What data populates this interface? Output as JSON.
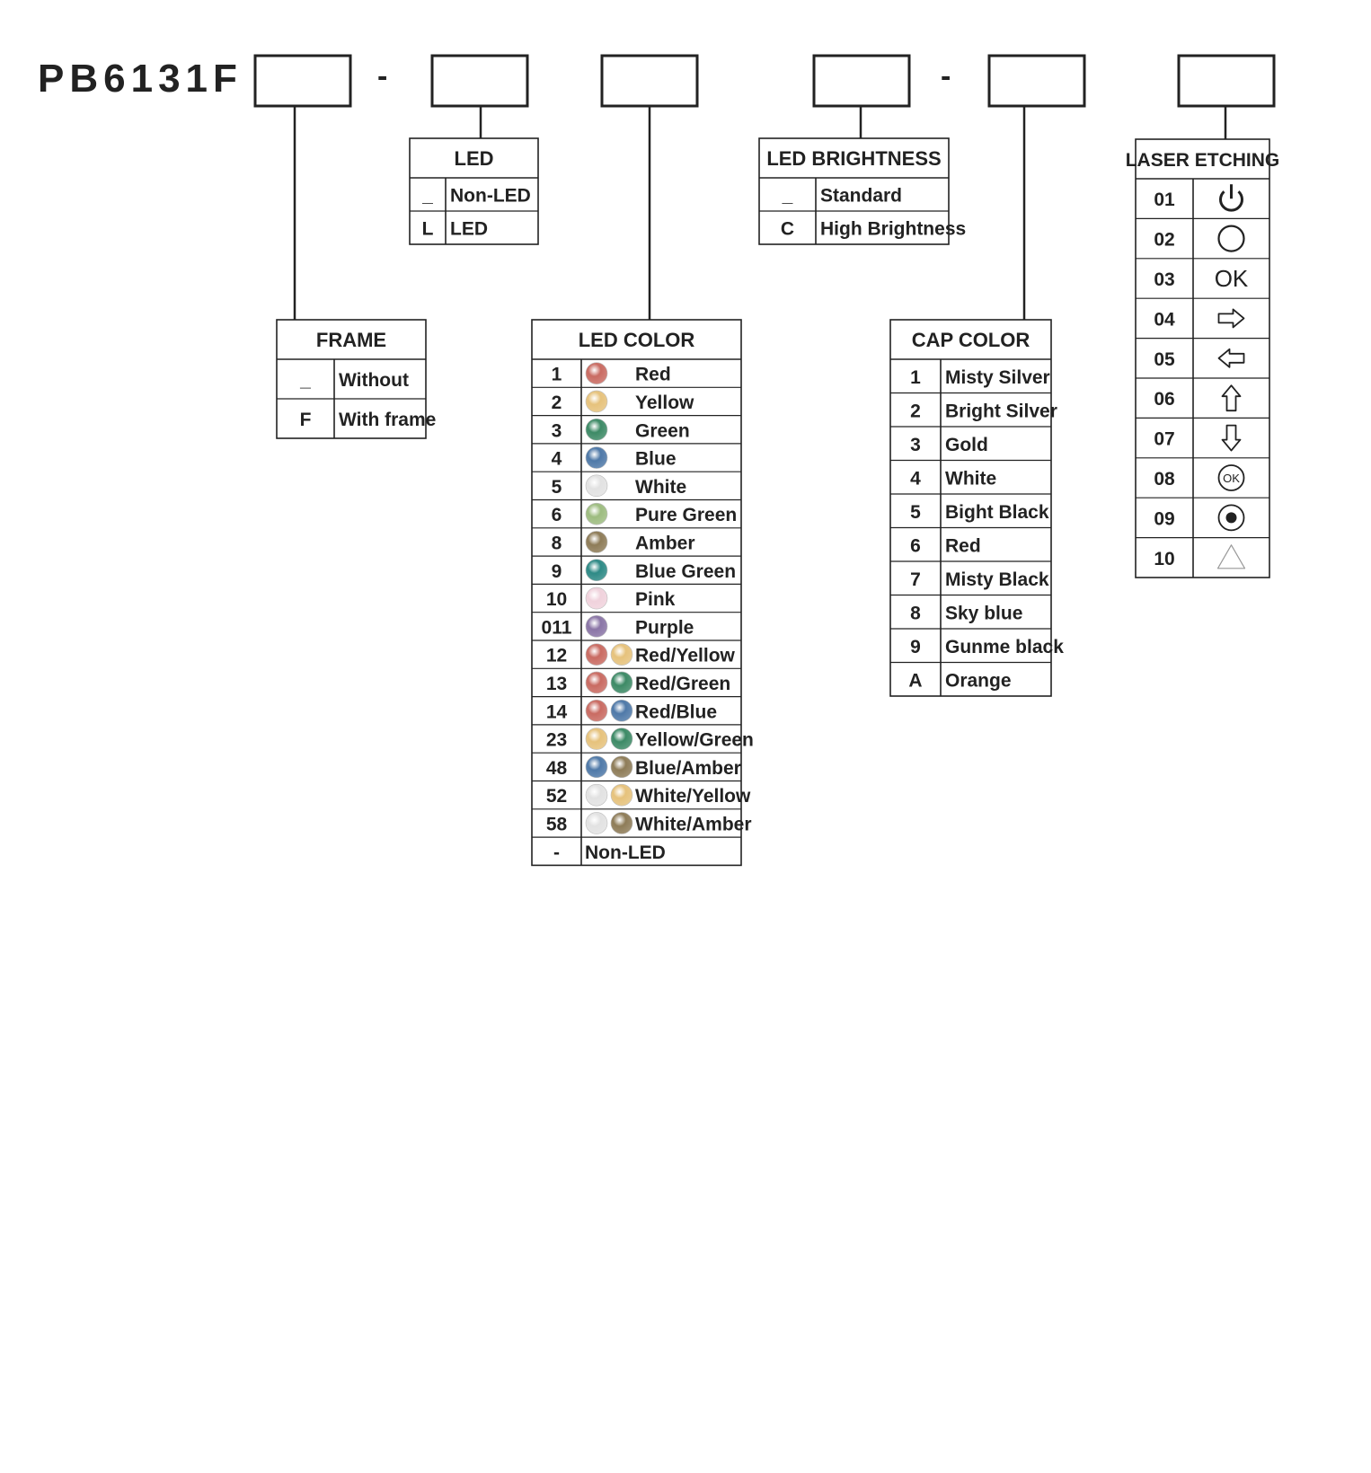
{
  "prefix": "PB6131F",
  "separators": [
    "-",
    "-"
  ],
  "colors": {
    "Red": "#c96b62",
    "Yellow": "#e6c27c",
    "Green": "#3d8a66",
    "Blue": "#4f79a8",
    "White": "#e2e2e2",
    "PureGreen": "#9dbc80",
    "Amber": "#8e7c58",
    "BlueGreen": "#2e8a86",
    "Pink": "#f0d2dc",
    "Purple": "#8a75a6"
  },
  "frame": {
    "title": "FRAME",
    "rows": [
      {
        "code": "_",
        "label": "Without"
      },
      {
        "code": "F",
        "label": "With frame"
      }
    ]
  },
  "led": {
    "title": "LED",
    "rows": [
      {
        "code": "_",
        "label": "Non-LED"
      },
      {
        "code": "L",
        "label": "LED"
      }
    ]
  },
  "led_color": {
    "title": "LED COLOR",
    "rows": [
      {
        "code": "1",
        "dots": [
          "Red"
        ],
        "label": "Red"
      },
      {
        "code": "2",
        "dots": [
          "Yellow"
        ],
        "label": "Yellow"
      },
      {
        "code": "3",
        "dots": [
          "Green"
        ],
        "label": "Green"
      },
      {
        "code": "4",
        "dots": [
          "Blue"
        ],
        "label": "Blue"
      },
      {
        "code": "5",
        "dots": [
          "White"
        ],
        "label": "White"
      },
      {
        "code": "6",
        "dots": [
          "PureGreen"
        ],
        "label": "Pure Green"
      },
      {
        "code": "8",
        "dots": [
          "Amber"
        ],
        "label": "Amber"
      },
      {
        "code": "9",
        "dots": [
          "BlueGreen"
        ],
        "label": "Blue Green"
      },
      {
        "code": "10",
        "dots": [
          "Pink"
        ],
        "label": "Pink"
      },
      {
        "code": "011",
        "dots": [
          "Purple"
        ],
        "label": "Purple"
      },
      {
        "code": "12",
        "dots": [
          "Red",
          "Yellow"
        ],
        "label": "Red/Yellow"
      },
      {
        "code": "13",
        "dots": [
          "Red",
          "Green"
        ],
        "label": "Red/Green"
      },
      {
        "code": "14",
        "dots": [
          "Red",
          "Blue"
        ],
        "label": "Red/Blue"
      },
      {
        "code": "23",
        "dots": [
          "Yellow",
          "Green"
        ],
        "label": "Yellow/Green"
      },
      {
        "code": "48",
        "dots": [
          "Blue",
          "Amber"
        ],
        "label": "Blue/Amber"
      },
      {
        "code": "52",
        "dots": [
          "White",
          "Yellow"
        ],
        "label": "White/Yellow"
      },
      {
        "code": "58",
        "dots": [
          "White",
          "Amber"
        ],
        "label": "White/Amber"
      },
      {
        "code": "-",
        "dots": [],
        "label": "Non-LED"
      }
    ]
  },
  "led_brightness": {
    "title": "LED BRIGHTNESS",
    "rows": [
      {
        "code": "_",
        "label": "Standard"
      },
      {
        "code": "C",
        "label": "High Brightness"
      }
    ]
  },
  "cap_color": {
    "title": "CAP COLOR",
    "rows": [
      {
        "code": "1",
        "label": "Misty Silver"
      },
      {
        "code": "2",
        "label": "Bright Silver"
      },
      {
        "code": "3",
        "label": "Gold"
      },
      {
        "code": "4",
        "label": "White"
      },
      {
        "code": "5",
        "label": "Bight Black"
      },
      {
        "code": "6",
        "label": "Red"
      },
      {
        "code": "7",
        "label": "Misty Black"
      },
      {
        "code": "8",
        "label": "Sky blue"
      },
      {
        "code": "9",
        "label": "Gunme black"
      },
      {
        "code": "A",
        "label": "Orange"
      }
    ]
  },
  "laser_etching": {
    "title": "LASER ETCHING",
    "rows": [
      {
        "code": "01",
        "icon": "power-icon"
      },
      {
        "code": "02",
        "icon": "circle-icon"
      },
      {
        "code": "03",
        "icon": "ok-text-icon",
        "text": "OK"
      },
      {
        "code": "04",
        "icon": "arrow-right-icon"
      },
      {
        "code": "05",
        "icon": "arrow-left-icon"
      },
      {
        "code": "06",
        "icon": "arrow-up-icon"
      },
      {
        "code": "07",
        "icon": "arrow-down-icon"
      },
      {
        "code": "08",
        "icon": "ok-circle-icon",
        "text": "OK"
      },
      {
        "code": "09",
        "icon": "dot-circle-icon"
      },
      {
        "code": "10",
        "icon": "triangle-icon"
      }
    ]
  }
}
